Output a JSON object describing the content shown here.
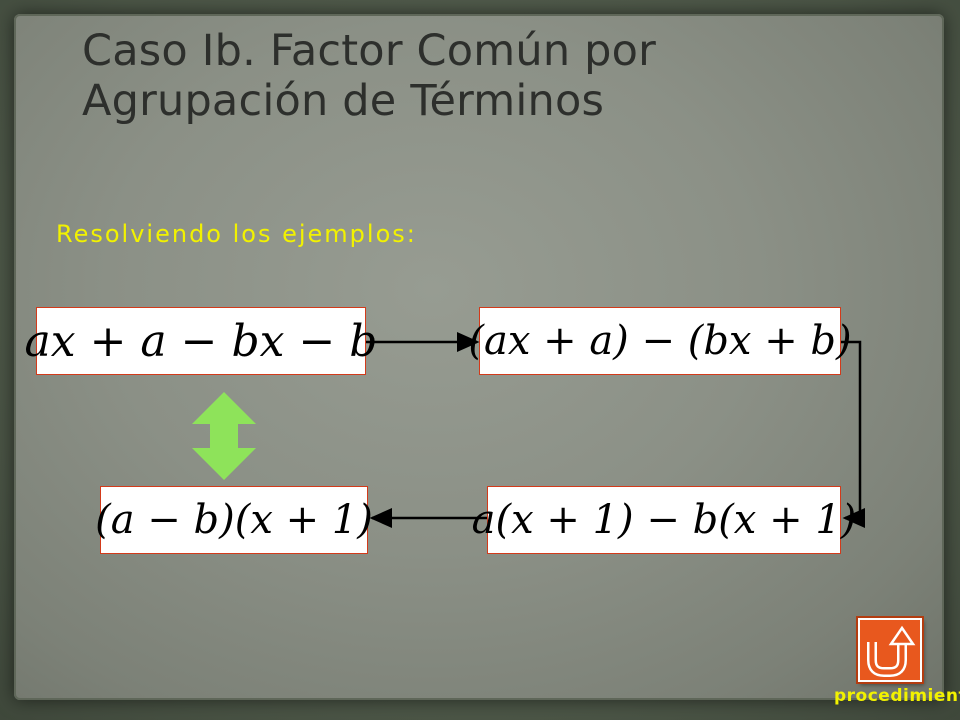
{
  "slide": {
    "title_line1": "Caso Ib. Factor Común por",
    "title_line2": "Agrupación de Términos",
    "subtitle": "Resolviendo los ejemplos:"
  },
  "steps": [
    {
      "expression": "ax + a − bx − b"
    },
    {
      "expression": "(ax + a) − (bx + b)"
    },
    {
      "expression": "a(x + 1) − b(x + 1)"
    },
    {
      "expression": "(a − b)(x + 1)"
    }
  ],
  "navigation": {
    "button_icon": "u-turn-arrow-icon",
    "button_label": "procedimiento"
  },
  "colors": {
    "subtitle": "#f2f200",
    "box_border": "#d33a1a",
    "double_arrow": "#8ee35a",
    "nav_button": "#e8581e"
  }
}
